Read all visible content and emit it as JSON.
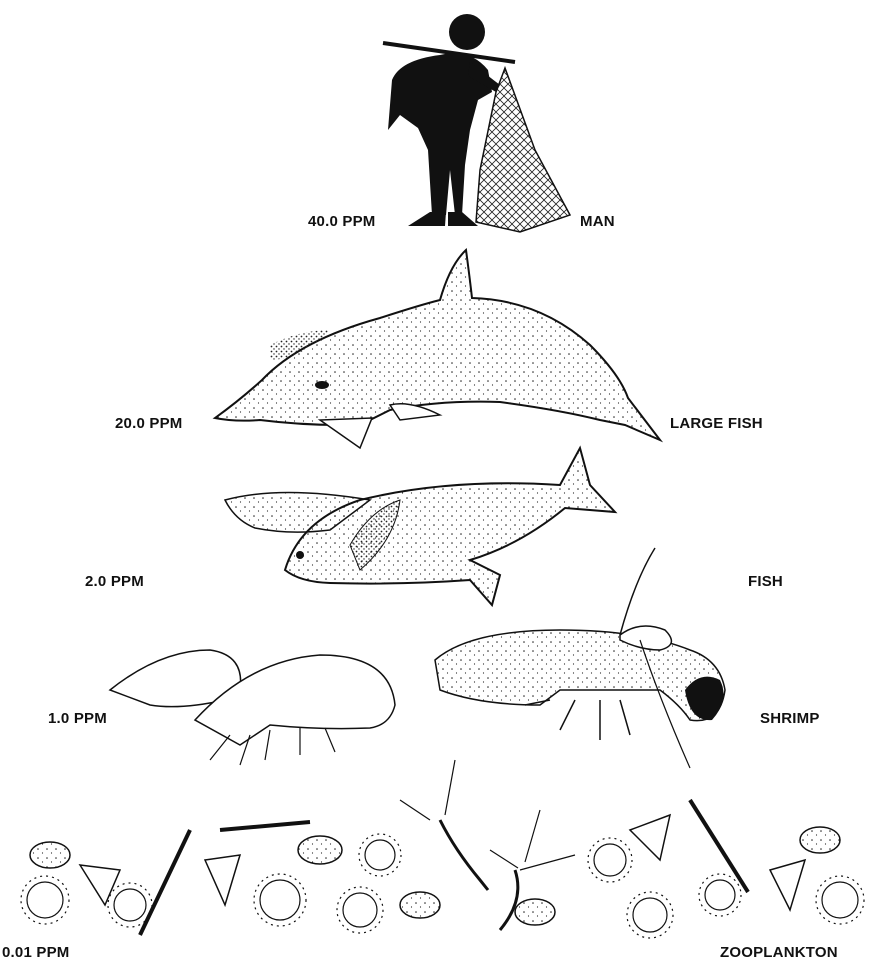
{
  "levels": [
    {
      "concentration": "40.0 PPM",
      "organism": "MAN"
    },
    {
      "concentration": "20.0 PPM",
      "organism": "LARGE FISH"
    },
    {
      "concentration": "2.0 PPM",
      "organism": "FISH"
    },
    {
      "concentration": "1.0 PPM",
      "organism": "SHRIMP"
    },
    {
      "concentration": "0.01 PPM",
      "organism": "ZOOPLANKTON"
    }
  ],
  "colors": {
    "ink": "#111111",
    "background": "#ffffff"
  },
  "icons": [
    "man-with-net-illustration",
    "dolphin-illustration",
    "fish-pair-illustration",
    "shrimp-and-lobster-illustration",
    "zooplankton-illustration"
  ]
}
